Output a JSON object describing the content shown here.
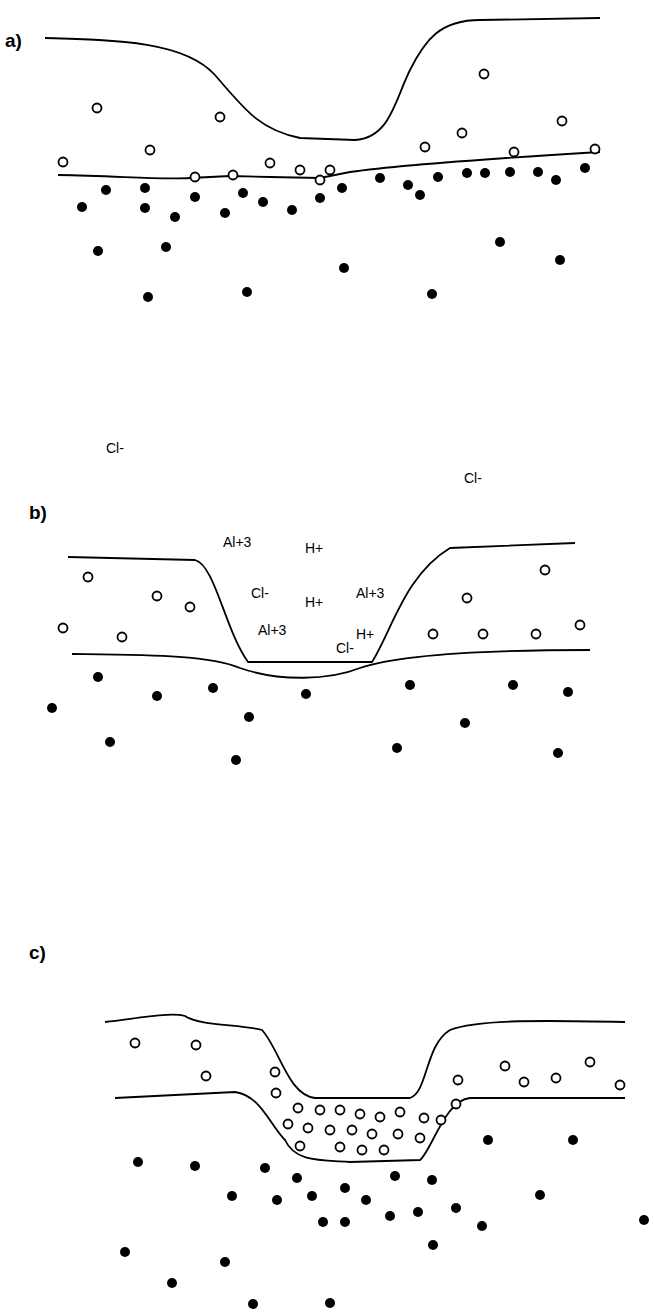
{
  "diagram": {
    "labels": [
      "a)",
      "b)",
      "Cl-",
      "Cl-",
      "Al+3",
      "H+",
      "Cl-",
      "H+",
      "Al+3",
      "Al+3",
      "H+",
      "Cl-",
      "c)"
    ]
  }
}
